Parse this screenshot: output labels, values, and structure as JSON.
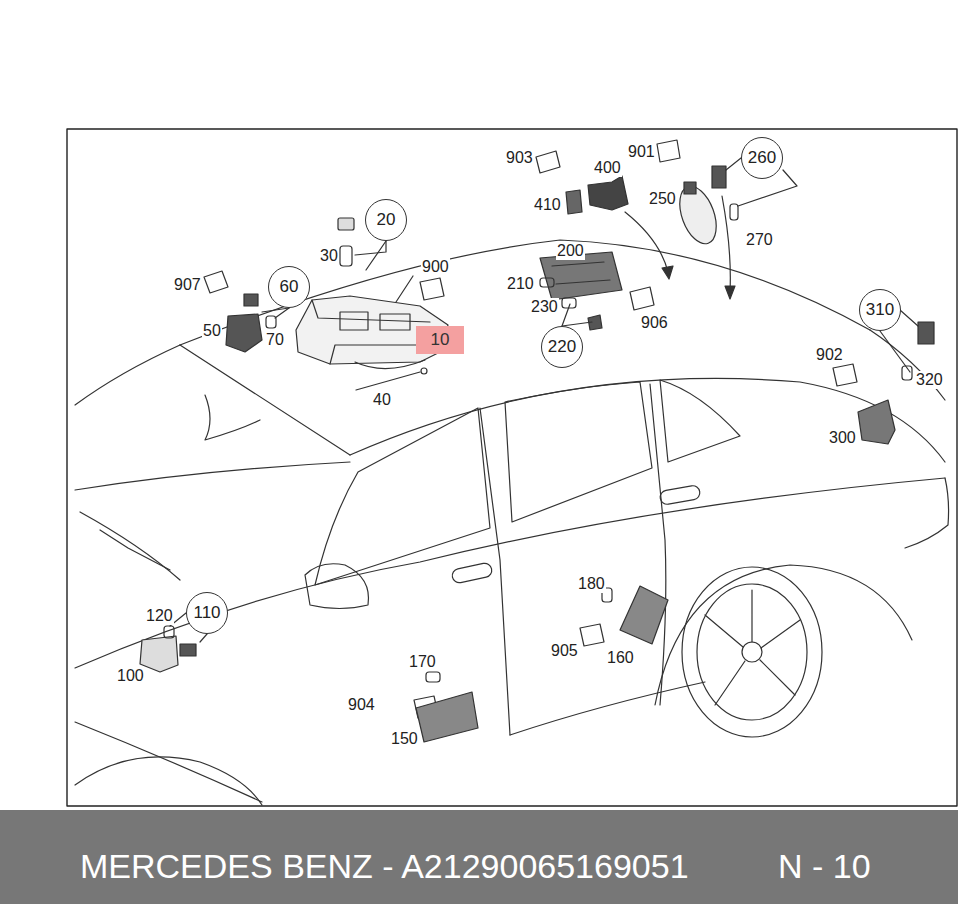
{
  "diagram": {
    "nodes": [
      {
        "text": [
          "20"
        ]
      },
      {
        "text": [
          "60"
        ]
      },
      {
        "text": [
          "10"
        ]
      },
      {
        "text": [
          "220"
        ]
      },
      {
        "text": [
          "260"
        ]
      },
      {
        "text": [
          "310"
        ]
      },
      {
        "text": [
          "110"
        ]
      },
      {
        "text": [
          "MERCEDES BENZ - A21290065169051",
          "N - 10"
        ]
      }
    ],
    "labels": [
      "903",
      "400",
      "410",
      "901",
      "250",
      "270",
      "200",
      "210",
      "230",
      "906",
      "900",
      "30",
      "907",
      "50",
      "70",
      "40",
      "902",
      "320",
      "300",
      "120",
      "100",
      "180",
      "905",
      "160",
      "170",
      "904",
      "150"
    ]
  }
}
